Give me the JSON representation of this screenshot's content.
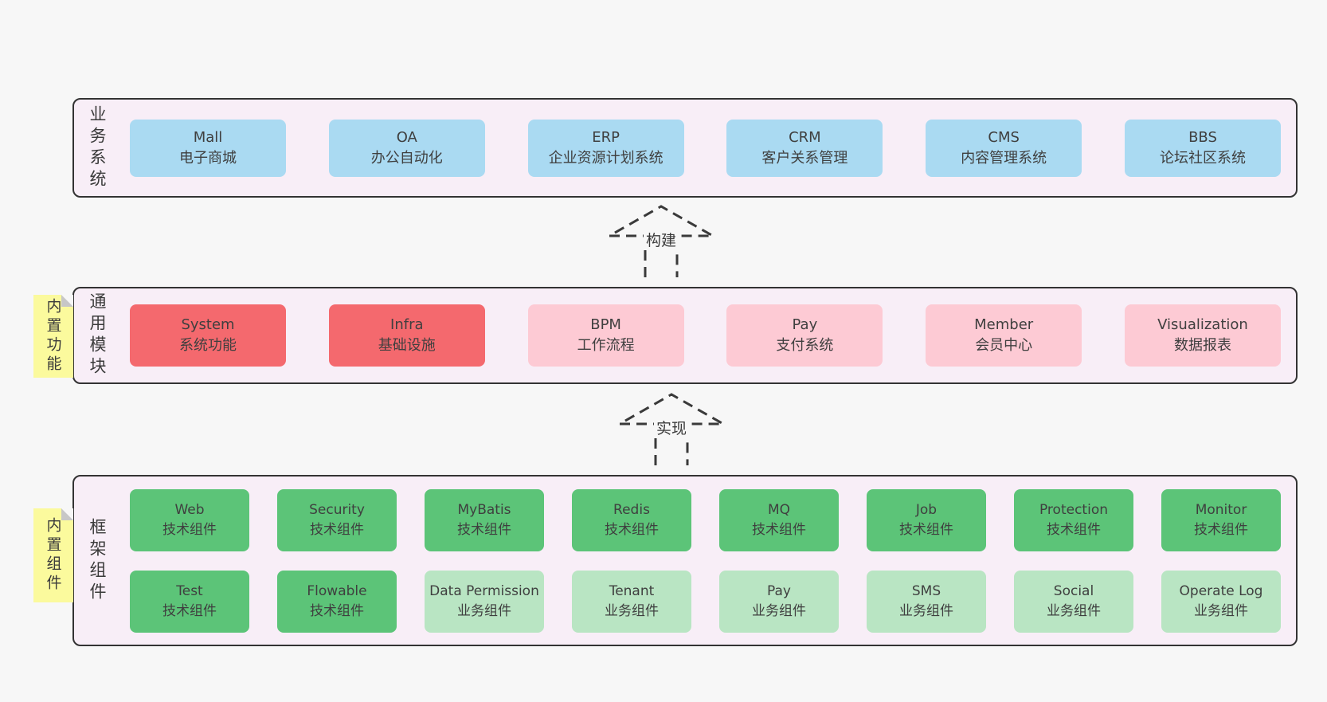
{
  "colors": {
    "page_background": "#f7f7f7",
    "band_background": "#f8eef7",
    "band_border": "#333333",
    "business_box_blue": "#aadaf2",
    "core_module_red": "#f4696e",
    "module_pink": "#fdcad4",
    "tech_component_green": "#5cc478",
    "biz_component_light_green": "#b9e5c3",
    "sticky_note_yellow": "#fbfa9d",
    "text": "#3a3a3a"
  },
  "arrows": [
    {
      "label": "构建"
    },
    {
      "label": "实现"
    }
  ],
  "bands": [
    {
      "label": "业务系统",
      "boxes": [
        {
          "title": "Mall",
          "subtitle": "电子商城"
        },
        {
          "title": "OA",
          "subtitle": "办公自动化"
        },
        {
          "title": "ERP",
          "subtitle": "企业资源计划系统"
        },
        {
          "title": "CRM",
          "subtitle": "客户关系管理"
        },
        {
          "title": "CMS",
          "subtitle": "内容管理系统"
        },
        {
          "title": "BBS",
          "subtitle": "论坛社区系统"
        }
      ]
    },
    {
      "label": "通用模块",
      "sticky": "内置功能",
      "boxes": [
        {
          "title": "System",
          "subtitle": "系统功能"
        },
        {
          "title": "Infra",
          "subtitle": "基础设施"
        },
        {
          "title": "BPM",
          "subtitle": "工作流程"
        },
        {
          "title": "Pay",
          "subtitle": "支付系统"
        },
        {
          "title": "Member",
          "subtitle": "会员中心"
        },
        {
          "title": "Visualization",
          "subtitle": "数据报表"
        }
      ]
    },
    {
      "label": "框架组件",
      "sticky": "内置组件",
      "rows": [
        [
          {
            "title": "Web",
            "subtitle": "技术组件"
          },
          {
            "title": "Security",
            "subtitle": "技术组件"
          },
          {
            "title": "MyBatis",
            "subtitle": "技术组件"
          },
          {
            "title": "Redis",
            "subtitle": "技术组件"
          },
          {
            "title": "MQ",
            "subtitle": "技术组件"
          },
          {
            "title": "Job",
            "subtitle": "技术组件"
          },
          {
            "title": "Protection",
            "subtitle": "技术组件"
          },
          {
            "title": "Monitor",
            "subtitle": "技术组件"
          }
        ],
        [
          {
            "title": "Test",
            "subtitle": "技术组件"
          },
          {
            "title": "Flowable",
            "subtitle": "技术组件"
          },
          {
            "title": "Data Permission",
            "subtitle": "业务组件"
          },
          {
            "title": "Tenant",
            "subtitle": "业务组件"
          },
          {
            "title": "Pay",
            "subtitle": "业务组件"
          },
          {
            "title": "SMS",
            "subtitle": "业务组件"
          },
          {
            "title": "Social",
            "subtitle": "业务组件"
          },
          {
            "title": "Operate Log",
            "subtitle": "业务组件"
          }
        ]
      ]
    }
  ]
}
